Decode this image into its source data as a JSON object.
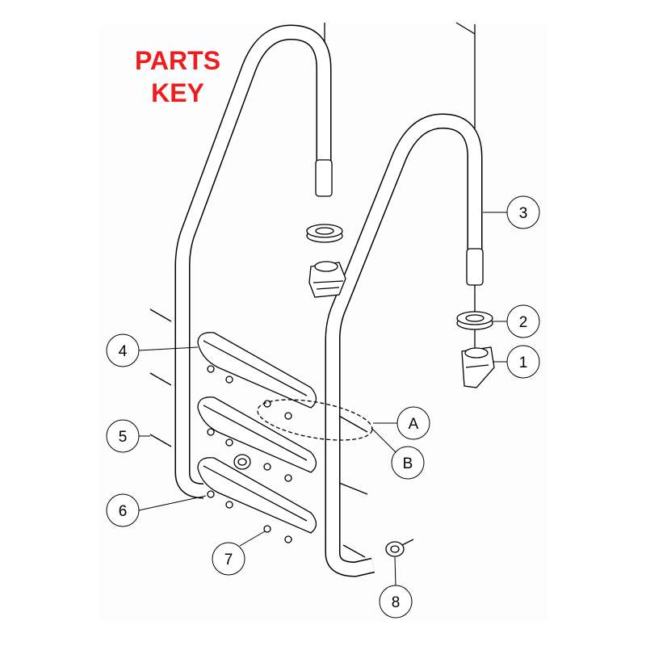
{
  "title": {
    "line1": "PARTS",
    "line2": "KEY"
  },
  "colors": {
    "title": "#ee1c1c",
    "line": "#000000"
  },
  "callouts": [
    {
      "id": "3",
      "label": "3"
    },
    {
      "id": "2",
      "label": "2"
    },
    {
      "id": "1",
      "label": "1"
    },
    {
      "id": "4",
      "label": "4"
    },
    {
      "id": "A",
      "label": "A"
    },
    {
      "id": "B",
      "label": "B"
    },
    {
      "id": "5",
      "label": "5"
    },
    {
      "id": "6",
      "label": "6"
    },
    {
      "id": "7",
      "label": "7"
    },
    {
      "id": "8",
      "label": "8"
    }
  ]
}
